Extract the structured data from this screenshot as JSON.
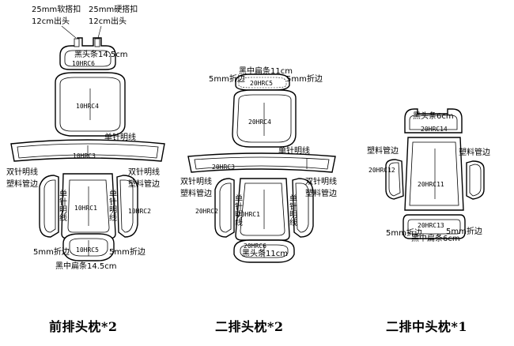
{
  "groups": [
    {
      "caption": "前排头枕*2",
      "pieces": {
        "hrc6": "10HRC6",
        "hrc4": "10HRC4",
        "hrc3": "10HRC3",
        "hrc1": "10HRC1",
        "hrc2": "10HRC2",
        "hrc5": "10HRC5"
      },
      "notes": {
        "soft_hook": "25mm软搭扣",
        "soft_hook_out": "12cm出头",
        "hard_hook": "25mm硬搭扣",
        "hard_hook_out": "12cm出头",
        "black_strip_top": "黑头条14.5cm",
        "single_stitch": "单针明线",
        "double_stitch_left": "双针明线",
        "piping_left": "塑料管边",
        "double_stitch_right": "双针明线",
        "piping_right": "塑料管边",
        "vertical_stitch_left": "单针明线",
        "vertical_stitch_right": "单针明线",
        "fold_left": "5mm折边",
        "fold_right": "5mm折边",
        "black_strip_bottom": "黑中扁条14.5cm"
      }
    },
    {
      "caption": "二排头枕*2",
      "pieces": {
        "hrc5": "20HRC5",
        "hrc4": "20HRC4",
        "hrc3": "20HRC3",
        "hrc2": "20HRC2",
        "hrc1": "20HRC1",
        "hrc6": "20HRC6"
      },
      "notes": {
        "black_strip_top": "黑中扁条11cm",
        "fold_left": "5mm折边",
        "fold_right": "5mm折边",
        "single_stitch": "单针明线",
        "double_stitch": "双针明线",
        "piping": "塑料管边",
        "vertical_stitch_left": "单针明线",
        "vertical_stitch_right": "单针明线",
        "black_strip_bottom": "黑头条11cm"
      }
    },
    {
      "caption": "二排中头枕*1",
      "pieces": {
        "hrc14": "20HRC14",
        "hrc12": "20HRC12",
        "hrc11": "20HRC11",
        "hrc13": "20HRC13"
      },
      "notes": {
        "black_strip_top": "黑头条6cm",
        "piping_left": "塑料管边",
        "piping_right": "塑料管边",
        "fold_left": "5mm折边",
        "fold_right": "5mm折边",
        "black_strip_bottom": "黑中扁条6cm"
      }
    }
  ]
}
